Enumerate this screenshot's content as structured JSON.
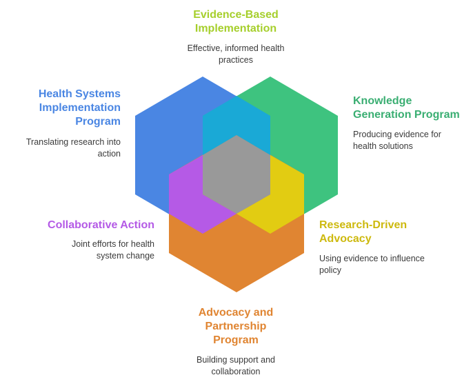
{
  "colors": {
    "blue": "#4a86e3",
    "green": "#3ec37f",
    "orange": "#e08532",
    "teal": "#1aa9d6",
    "purple": "#b55ae6",
    "yellow": "#e2cc12",
    "gray": "#999999",
    "blue_text": "#4a86e3",
    "green_text": "#3aae72",
    "orange_text": "#e08532",
    "purple_text": "#b45ae6",
    "lime_text": "#a6cf2c",
    "yellow_text": "#cdb90e"
  },
  "labels": {
    "evidence_based": {
      "title": [
        "Evidence-Based",
        "Implementation"
      ],
      "desc": [
        "Effective, informed health",
        "practices"
      ]
    },
    "health_systems": {
      "title": [
        "Health Systems",
        "Implementation",
        "Program"
      ],
      "desc": [
        "Translating research into",
        "action"
      ]
    },
    "knowledge_generation": {
      "title": [
        "Knowledge",
        "Generation Program"
      ],
      "desc": [
        "Producing evidence for",
        "health solutions"
      ]
    },
    "collaborative_action": {
      "title": [
        "Collaborative Action"
      ],
      "desc": [
        "Joint efforts for health",
        "system change"
      ]
    },
    "research_driven": {
      "title": [
        "Research-Driven",
        "Advocacy"
      ],
      "desc": [
        "Using evidence to influence",
        "policy"
      ]
    },
    "advocacy_partnership": {
      "title": [
        "Advocacy and",
        "Partnership",
        "Program"
      ],
      "desc": [
        "Building support and",
        "collaboration"
      ]
    }
  }
}
